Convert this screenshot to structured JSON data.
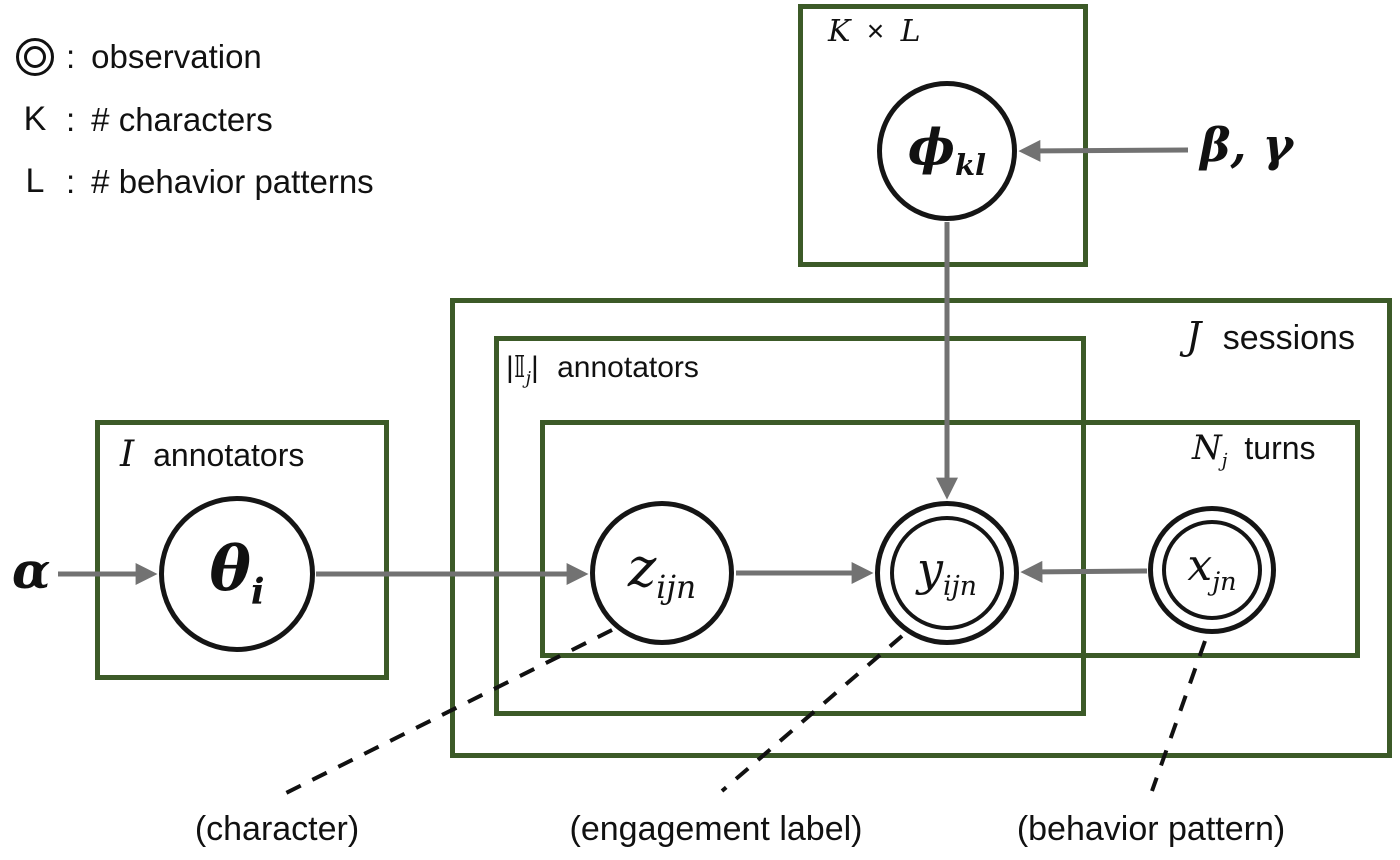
{
  "colors": {
    "plate_border": "#3c5a28",
    "arrow": "#727272",
    "node_border": "#151515",
    "dash": "#111111"
  },
  "legend": {
    "colon": ":",
    "observation": {
      "label": "observation"
    },
    "k": {
      "symbol": "K",
      "label": "# characters"
    },
    "l": {
      "symbol": "L",
      "label": "# behavior patterns"
    }
  },
  "plates": {
    "kl": {
      "k": "K",
      "times": "×",
      "l": "L"
    },
    "sessions": {
      "var": "J",
      "text": "sessions"
    },
    "annotators_j": {
      "open": "|",
      "set": "𝕀",
      "sub": "j",
      "close": "|",
      "text": "annotators"
    },
    "turns": {
      "var": "N",
      "sub": "j",
      "text": "turns"
    },
    "annotators_i": {
      "var": "I",
      "text": "annotators"
    }
  },
  "nodes": {
    "phi": {
      "main": "ϕ",
      "sub": "kl"
    },
    "theta": {
      "main": "θ",
      "sub": "i"
    },
    "z": {
      "main": "z",
      "sub": "ijn"
    },
    "y": {
      "main": "y",
      "sub": "ijn"
    },
    "x": {
      "main": "x",
      "sub": "jn"
    }
  },
  "constants": {
    "alpha": "α",
    "beta_gamma": "β, γ"
  },
  "captions": {
    "character": "(character)",
    "engagement": "(engagement label)",
    "behavior": "(behavior pattern)"
  }
}
